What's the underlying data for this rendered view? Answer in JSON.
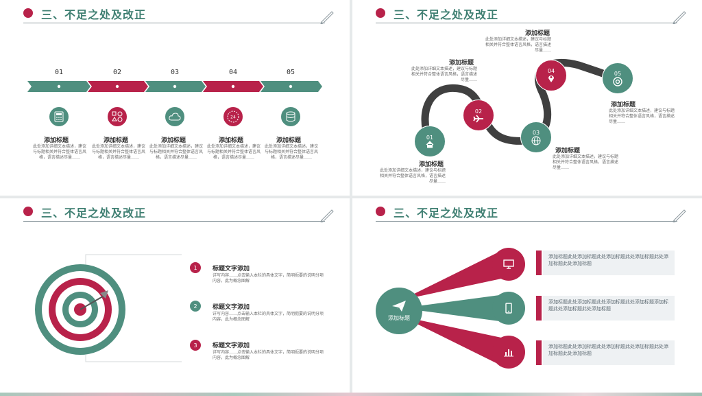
{
  "header_title": "三、不足之处及改正",
  "colors": {
    "accent_red": "#b8224a",
    "accent_green": "#4f8f7f",
    "title_green": "#3f7f72",
    "dark_gray": "#404040"
  },
  "slide1": {
    "steps": [
      {
        "num": "01",
        "title": "添加标题",
        "text": "此处添加详细文本描述，建议与标题相关并符合整体语言风格，语言描述尽量……",
        "icon": "calculator-icon"
      },
      {
        "num": "02",
        "title": "添加标题",
        "text": "此处添加详细文本描述，建议与标题相关并符合整体语言风格，语言描述尽量……",
        "icon": "shapes-icon"
      },
      {
        "num": "03",
        "title": "添加标题",
        "text": "此处添加详细文本描述，建议与标题相关并符合整体语言风格，语言描述尽量……",
        "icon": "cloud-icon"
      },
      {
        "num": "04",
        "title": "添加标题",
        "text": "此处添加详细文本描述，建议与标题相关并符合整体语言风格，语言描述尽量……",
        "icon": "phone-24-icon"
      },
      {
        "num": "05",
        "title": "添加标题",
        "text": "此处添加详细文本描述，建议与标题相关并符合整体语言风格，语言描述尽量……",
        "icon": "database-icon"
      }
    ]
  },
  "slide2": {
    "nodes": [
      {
        "num": "01",
        "title": "添加标题",
        "text": "此处添加详细文本描述，建议与标题相关并符合整体语言风格，语言描述尽量……",
        "icon": "home-icon"
      },
      {
        "num": "02",
        "title": "添加标题",
        "text": "此处添加详细文本描述，建议与标题相关并符合整体语言风格，语言描述尽量……",
        "icon": "airplane-icon"
      },
      {
        "num": "03",
        "title": "添加标题",
        "text": "此处添加详细文本描述，建议与标题相关并符合整体语言风格，语言描述尽量……",
        "icon": "globe-icon"
      },
      {
        "num": "04",
        "title": "添加标题",
        "text": "此处添加详细文本描述，建议与标题相关并符合整体语言风格，语言描述尽量……",
        "icon": "location-pin-icon"
      },
      {
        "num": "05",
        "title": "添加标题",
        "text": "此处添加详细文本描述，建议与标题相关并符合整体语言风格，语言描述尽量……",
        "icon": "lifebuoy-icon"
      }
    ]
  },
  "slide3": {
    "items": [
      {
        "num": "1",
        "title": "标题文字添加",
        "text": "详写内容……点击输入本栏的具体文字，简明扼要的说明分项内容，此为概念图解"
      },
      {
        "num": "2",
        "title": "标题文字添加",
        "text": "详写内容……点击输入本栏的具体文字，简明扼要的说明分项内容，此为概念图解"
      },
      {
        "num": "3",
        "title": "标题文字添加",
        "text": "详写内容……点击输入本栏的具体文字，简明扼要的说明分项内容，此为概念图解"
      }
    ]
  },
  "slide4": {
    "center_label": "添加标题",
    "center_icon": "paper-plane-icon",
    "items": [
      {
        "text": "添加标题此处添加标题此处添加标题此处添加标题此处添加标题此处添加标题",
        "icon": "monitor-icon"
      },
      {
        "text": "添加标题此处添加标题此处添加标题此处添加标题添加标题此处添加标题此处添加标题",
        "icon": "mobile-icon"
      },
      {
        "text": "添加标题此处添加标题此处添加标题此处添加标题此处添加标题此处添加标题",
        "icon": "bar-chart-icon"
      }
    ]
  }
}
